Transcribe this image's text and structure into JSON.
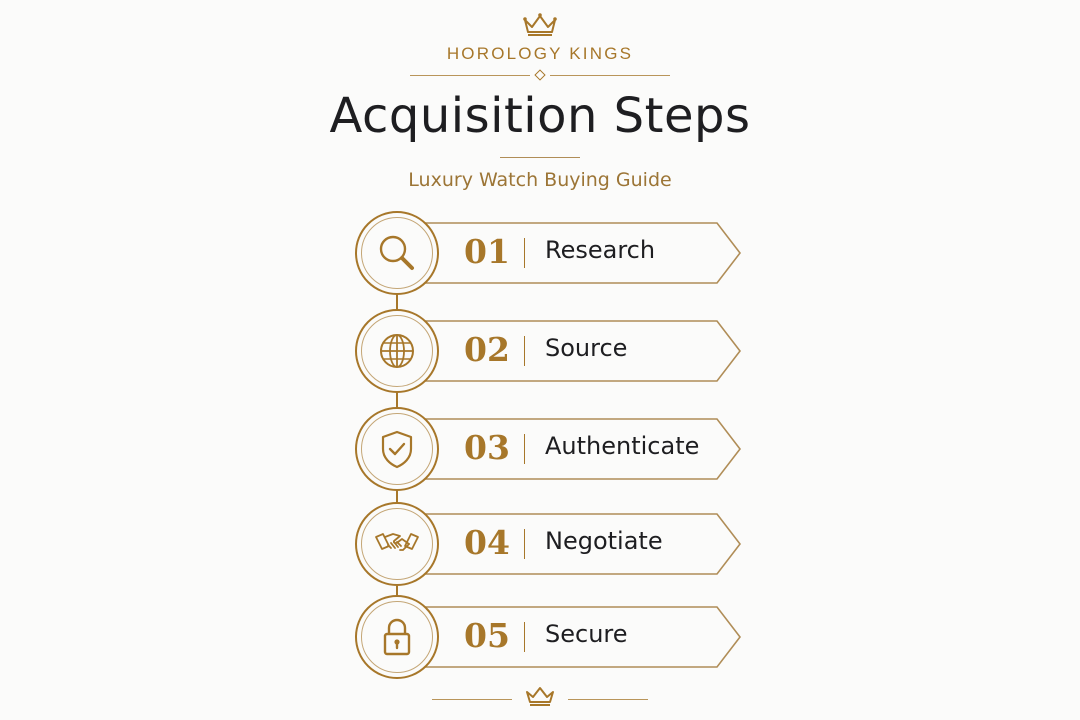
{
  "header": {
    "brand": "HOROLOGY KINGS",
    "title": "Acquisition Steps",
    "subtitle": "Luxury Watch Buying Guide"
  },
  "steps": [
    {
      "number": "01",
      "label": "Research",
      "icon": "magnifier-icon"
    },
    {
      "number": "02",
      "label": "Source",
      "icon": "globe-icon"
    },
    {
      "number": "03",
      "label": "Authenticate",
      "icon": "shield-check-icon"
    },
    {
      "number": "04",
      "label": "Negotiate",
      "icon": "handshake-icon"
    },
    {
      "number": "05",
      "label": "Secure",
      "icon": "padlock-icon"
    }
  ],
  "colors": {
    "accent_gold": "#a7772a",
    "text_dark": "#1e1e21",
    "background": "#fbfbfa"
  }
}
